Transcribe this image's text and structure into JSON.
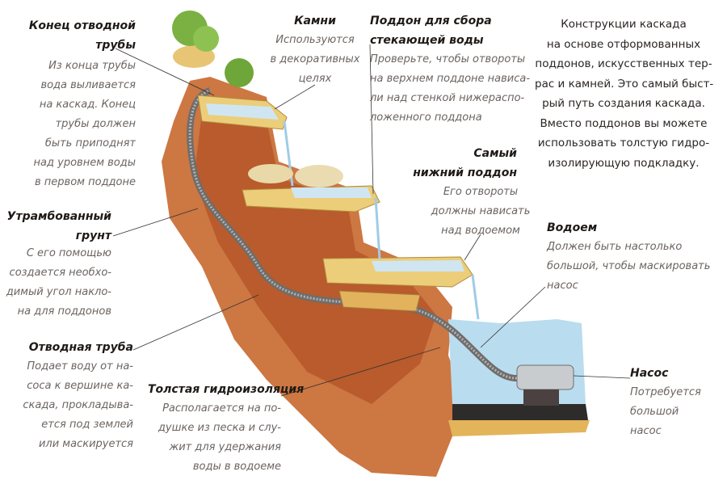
{
  "labels": {
    "pipe_end": {
      "title": [
        "Конец отводной",
        "трубы"
      ],
      "desc": [
        "Из конца трубы",
        "вода выливается",
        "на каскад. Конец",
        "трубы должен",
        "быть приподнят",
        "над уровнем воды",
        "в первом поддоне"
      ]
    },
    "compacted_soil": {
      "title": [
        "Утрамбованный",
        "грунт"
      ],
      "desc": [
        "С его помощью",
        "создается необхо-",
        "димый угол накло-",
        "на для поддонов"
      ]
    },
    "outlet_pipe": {
      "title": [
        "Отводная труба"
      ],
      "desc": [
        "Подает воду от на-",
        "соса к вершине ка-",
        "скада, прокладыва-",
        "ется под землей",
        "или маскируется"
      ]
    },
    "liner": {
      "title": [
        "Толстая гидроизоляция"
      ],
      "desc": [
        "Располагается на по-",
        "душке из песка и слу-",
        "жит для удержания",
        "воды в водоеме"
      ]
    },
    "stones": {
      "title": [
        "Камни"
      ],
      "desc": [
        "Используются",
        "в декоративных",
        "целях"
      ]
    },
    "tray": {
      "title": [
        "Поддон для сбора",
        "стекающей воды"
      ],
      "desc": [
        "Проверьте, чтобы отвороты",
        "на верхнем поддоне нависа-",
        "ли над стенкой нижераспо-",
        "ложенного поддона"
      ]
    },
    "lowest_tray": {
      "title": [
        "Самый",
        "нижний поддон"
      ],
      "desc": [
        "Его отвороты",
        "должны нависать",
        "над водоемом"
      ]
    },
    "pond": {
      "title": [
        "Водоем"
      ],
      "desc": [
        "Должен быть настолько",
        "большой, чтобы маскировать",
        "насос"
      ]
    },
    "pump": {
      "title": [
        "Насос"
      ],
      "desc": [
        "Потребуется",
        "большой",
        "насос"
      ]
    }
  },
  "intro": [
    "Конструкции каскада",
    "на основе отформованных",
    "поддонов, искусственных тер-",
    "рас и камней. Это самый быст-",
    "рый путь создания каскада.",
    "Вместо поддонов вы можете",
    "использовать толстую гидро-",
    "изолирующую подкладку."
  ],
  "colors": {
    "soil": "#c8682e",
    "tray": "#eccd7a",
    "water": "#b9dcef",
    "pipe": "#8a8a8a",
    "plant": "#7bb043"
  }
}
